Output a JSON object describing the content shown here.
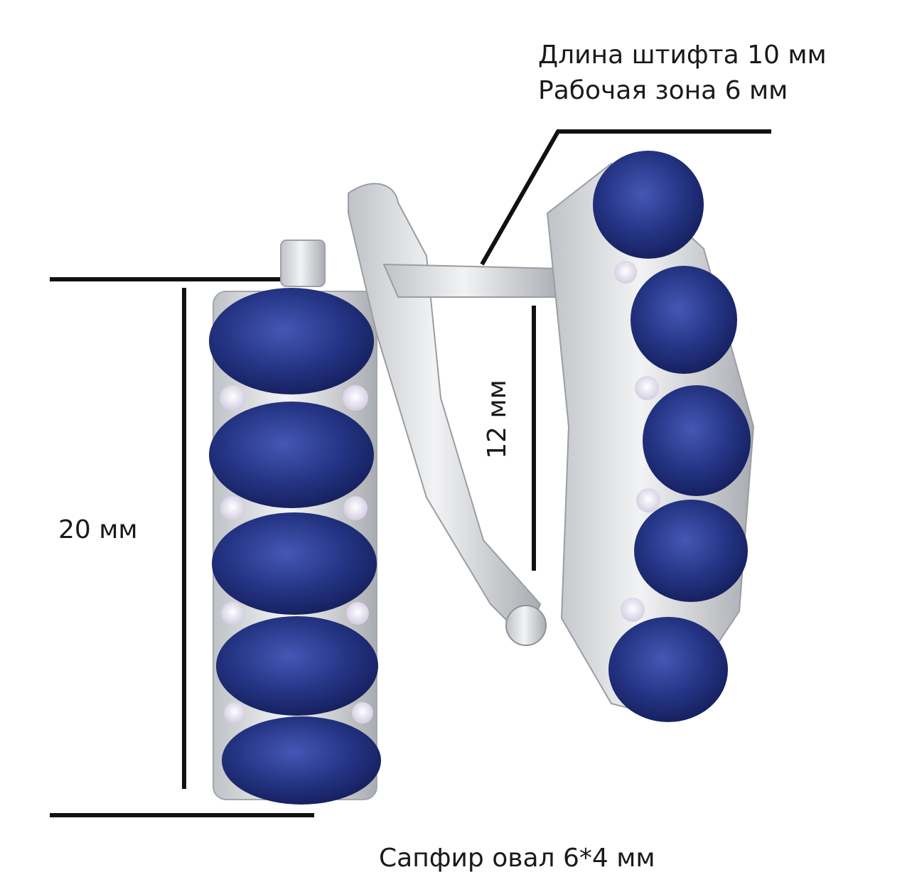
{
  "annotations": {
    "pin_length": "Длина штифта 10 мм",
    "work_zone": "Рабочая зона 6 мм",
    "height_total": "20 мм",
    "height_clasp": "12 мм",
    "stone_spec": "Сапфир овал 6*4 мм"
  },
  "colors": {
    "sapphire": "#1f2d7a",
    "sapphire_light": "#3a4ca8",
    "metal": "#d7d9dc",
    "diamond": "#e9e4f2",
    "line": "#111111"
  }
}
